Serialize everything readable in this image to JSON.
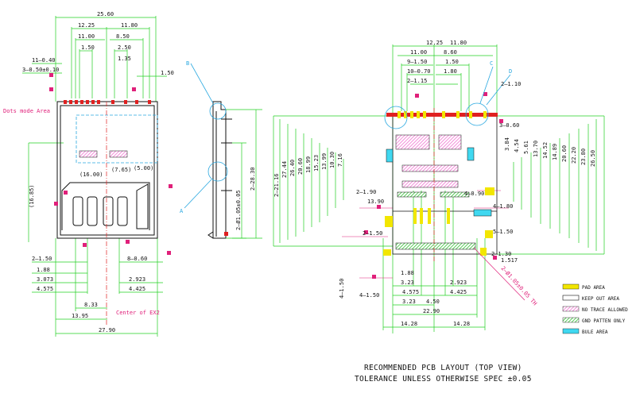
{
  "colors": {
    "dim_line": "#22d022",
    "outline": "#111111",
    "magenta": "#e0207a",
    "cyan": "#2aa8e0",
    "pad_yellow": "#f2e600",
    "red": "#e02020",
    "pink_hatch": "#f070d0",
    "green_fill": "#30c030",
    "cyan_fill": "#40d8f0",
    "background": "#ffffff"
  },
  "front_view": {
    "top_dims": [
      "25.60",
      "12.25",
      "11.80",
      "11.00",
      "8.50",
      "1.50",
      "2.50",
      "1.35",
      "1.50"
    ],
    "left_notes": [
      "11–0.40",
      "3–0.50±0.10"
    ],
    "dots_label": "Dots mode Area",
    "inner_dims": [
      "(16.00)",
      "(7.65)",
      "(5.00)"
    ],
    "side_dim": "(16.85)",
    "bottom_left_dims": [
      "2–1.50",
      "1.88",
      "3.073",
      "4.575"
    ],
    "bottom_right_dims": [
      "8–0.60",
      "2.923",
      "4.425"
    ],
    "bottom_dims": [
      "8.33",
      "13.95",
      "27.90"
    ],
    "center_note": "Center of EX2"
  },
  "side_view": {
    "callouts": [
      "B",
      "A"
    ],
    "dims": [
      "2–Ø1.05±0.05",
      "2–28.30"
    ]
  },
  "pcb_layout": {
    "top_dims": [
      "12.25",
      "11.80",
      "11.00",
      "8.60",
      "9–1.50",
      "1.50",
      "10–0.70",
      "1.80",
      "2–1.15"
    ],
    "callouts": [
      "C",
      "D"
    ],
    "right_dims": [
      "2–1.10",
      "3–0.60",
      "3.84",
      "4.54",
      "5.61",
      "13.70",
      "14.52",
      "14.89",
      "20.60",
      "22.20",
      "23.80",
      "26.50"
    ],
    "left_dims": [
      "2–21.16",
      "27.44",
      "26.40",
      "20.60",
      "18.99",
      "15.23",
      "13.99",
      "10.30",
      "7.16"
    ],
    "mid_dims": [
      "2–1.90",
      "13.90",
      "4–0.90",
      "4–1.80",
      "2–1.50",
      "5–1.50",
      "2–1.30",
      "1.517"
    ],
    "bottom_dims": [
      "1.88",
      "3.23",
      "4.575",
      "3.23",
      "4.50",
      "2.923",
      "4.425",
      "22.90",
      "14.28",
      "14.28"
    ],
    "left_bottom": [
      "4–1.50",
      "4–1.50"
    ],
    "diag_note": "2–Ø1.05±0.05 TH"
  },
  "legend": [
    {
      "label": "PAD AREA",
      "color": "#f2e600",
      "style": "solid"
    },
    {
      "label": "KEEP OUT AREA",
      "color": "#ffffff",
      "style": "outline"
    },
    {
      "label": "NO TRACE ALLOWED",
      "color": "#f070d0",
      "style": "hatch"
    },
    {
      "label": "GND PATTEN ONLY",
      "color": "#30c030",
      "style": "hatch"
    },
    {
      "label": "BULE AREA",
      "color": "#40d8f0",
      "style": "solid"
    }
  ],
  "caption": {
    "line1": "RECOMMENDED PCB LAYOUT (TOP VIEW)",
    "line2": "TOLERANCE UNLESS OTHERWISE SPEC ±0.05"
  }
}
